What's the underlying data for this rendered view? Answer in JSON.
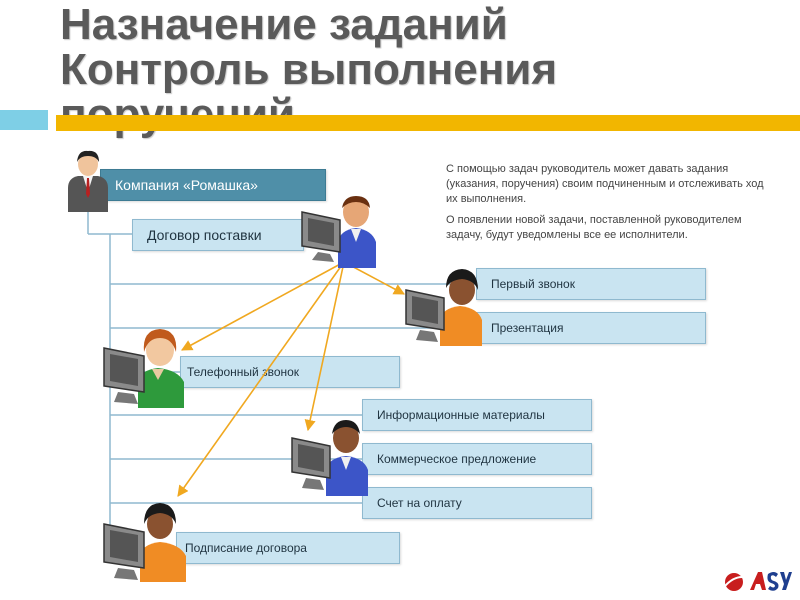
{
  "title": [
    "Назначение заданий",
    "Контроль выполнения",
    "поручений"
  ],
  "description": [
    "С помощью задач руководитель может давать задания (указания, поручения) своим подчиненным и отслеживать ход их выполнения.",
    "О появлении новой задачи, поставленной руководителем задачу, будут уведомлены все ее исполнители."
  ],
  "tasks": {
    "company": "Компания «Ромашка»",
    "contract": "Договор поставки",
    "first_call": "Первый звонок",
    "presentation": "Презентация",
    "phone_call": "Телефонный звонок",
    "info_materials": "Информационные материалы",
    "commercial_offer": "Коммерческое предложение",
    "invoice": "Счет на оплату",
    "contract_signing": "Подписание договора"
  },
  "colors": {
    "title": "#5a5a5a",
    "accent_bar": "#f2b600",
    "accent_bar_left": "#7ecfe6",
    "company_box": "#4f8fa8",
    "task_box": "#c9e4f1",
    "arrow": "#f0a820"
  },
  "icons": [
    "manager-icon",
    "user-computer-icon",
    "logo-icon"
  ]
}
